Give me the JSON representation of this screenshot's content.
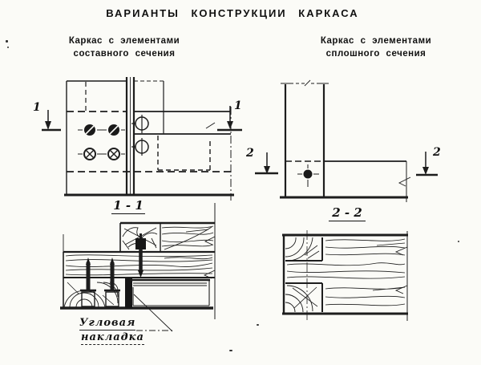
{
  "title": "ВАРИАНТЫ КОНСТРУКЦИИ КАРКАСА",
  "left_column": {
    "subtitle_line1": "Каркас с элементами",
    "subtitle_line2": "составного сечения"
  },
  "right_column": {
    "subtitle_line1": "Каркас с элементами",
    "subtitle_line2": "сплошного сечения"
  },
  "section_markers": {
    "left_diagram_left": "1",
    "left_diagram_right": "1",
    "right_diagram_left": "2",
    "right_diagram_right": "2"
  },
  "section_labels": {
    "left": "1 - 1",
    "right": "2 - 2"
  },
  "callout": {
    "line1": "Угловая",
    "line2": "накладка"
  },
  "colors": {
    "ink": "#1d1d1d",
    "paper": "#fbfbf7"
  }
}
